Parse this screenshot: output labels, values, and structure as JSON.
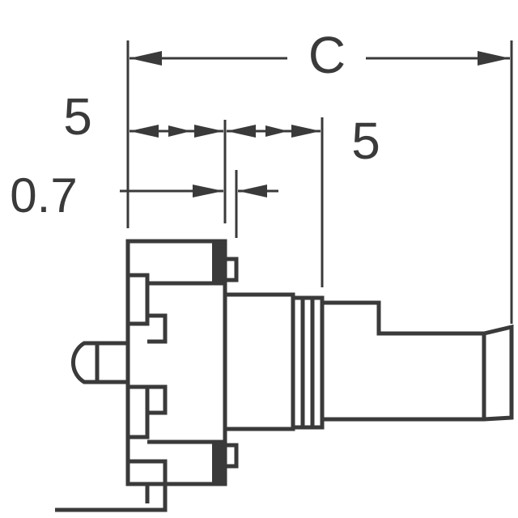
{
  "dimensions": {
    "overall_length_label": "C",
    "left_width_label": "5",
    "right_width_label": "5",
    "gap_label": "0.7"
  },
  "colors": {
    "ink": "#3a3a3a",
    "background": "#ffffff"
  }
}
